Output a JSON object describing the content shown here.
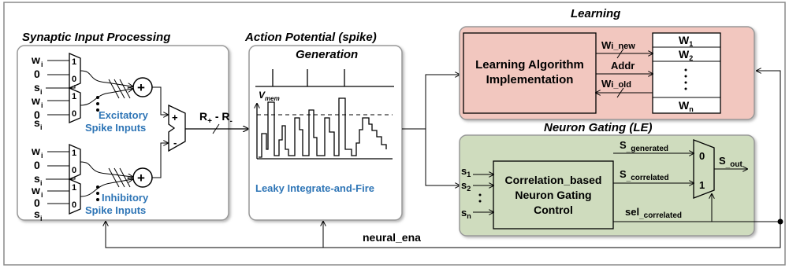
{
  "sections": {
    "synaptic": "Synaptic Input Processing",
    "action_l1": "Action Potential (spike)",
    "action_l2": "Generation",
    "learning": "Learning",
    "gating": "Neuron Gating (LE)"
  },
  "synaptic": {
    "w": "w",
    "i": "i",
    "s": "s",
    "zero": "0",
    "one": "1",
    "plus": "+",
    "minus": "-",
    "excitatory_l1": "Excitatory",
    "excitatory_l2": "Spike Inputs",
    "inhibitory_l1": "Inhibitory",
    "inhibitory_l2": "Spike Inputs"
  },
  "diff_label": {
    "r": "R",
    "plus": "+",
    "dash": " - ",
    "r2": "R",
    "minus": "-"
  },
  "action": {
    "vmem": "V",
    "vmem_sub": "mem",
    "lif": "Leaky Integrate-and-Fire"
  },
  "learning": {
    "algo_l1": "Learning Algorithm",
    "algo_l2": "Implementation",
    "wi_new": "W",
    "wi_new_suffix": "i_new",
    "addr": "Addr",
    "wi_old": "W",
    "wi_old_suffix": "i_old",
    "mem_w": "W",
    "mem_rows": [
      "1",
      "2",
      "n"
    ]
  },
  "gating": {
    "s": "s",
    "inputs": [
      "1",
      "2",
      "n"
    ],
    "ctrl_l1": "Correlation_based",
    "ctrl_l2": "Neuron Gating",
    "ctrl_l3": "Control",
    "S": "S",
    "generated": "_generated",
    "correlated": "_correlated",
    "sel": "sel",
    "sel_sub": "_correlated",
    "out": "_out",
    "mux0": "0",
    "mux1": "1"
  },
  "neural_ena": "neural_ena",
  "colors": {
    "learning_bg": "#f2c7bf",
    "gating_bg": "#cfdcbe",
    "panel_bg": "#ffffff",
    "accent_text": "#2e75b6"
  }
}
